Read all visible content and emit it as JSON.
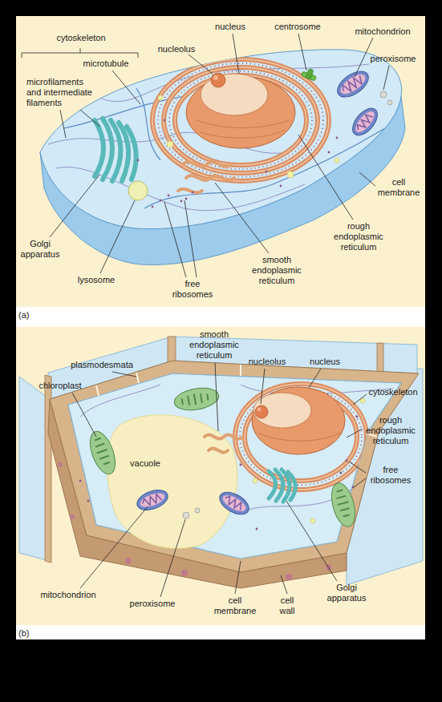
{
  "diagram": {
    "labels": [
      "cytoskeleton",
      "microtubule",
      "microfilaments and intermediate filaments",
      "nucleolus",
      "nucleus",
      "centrosome",
      "mitochondrion",
      "peroxisome",
      "cell membrane",
      "rough endoplasmic reticulum",
      "smooth endoplasmic reticulum",
      "free ribosomes",
      "lysosome",
      "Golgi apparatus",
      "(a)",
      "smooth endoplasmic reticulum",
      "plasmodesmata",
      "nucleolus",
      "nucleus",
      "chloroplast",
      "cytoskeleton",
      "rough endoplasmic reticulum",
      "vacuole",
      "free ribosomes",
      "mitochondrion",
      "peroxisome",
      "cell membrane",
      "cell wall",
      "Golgi apparatus",
      "(b)"
    ]
  }
}
